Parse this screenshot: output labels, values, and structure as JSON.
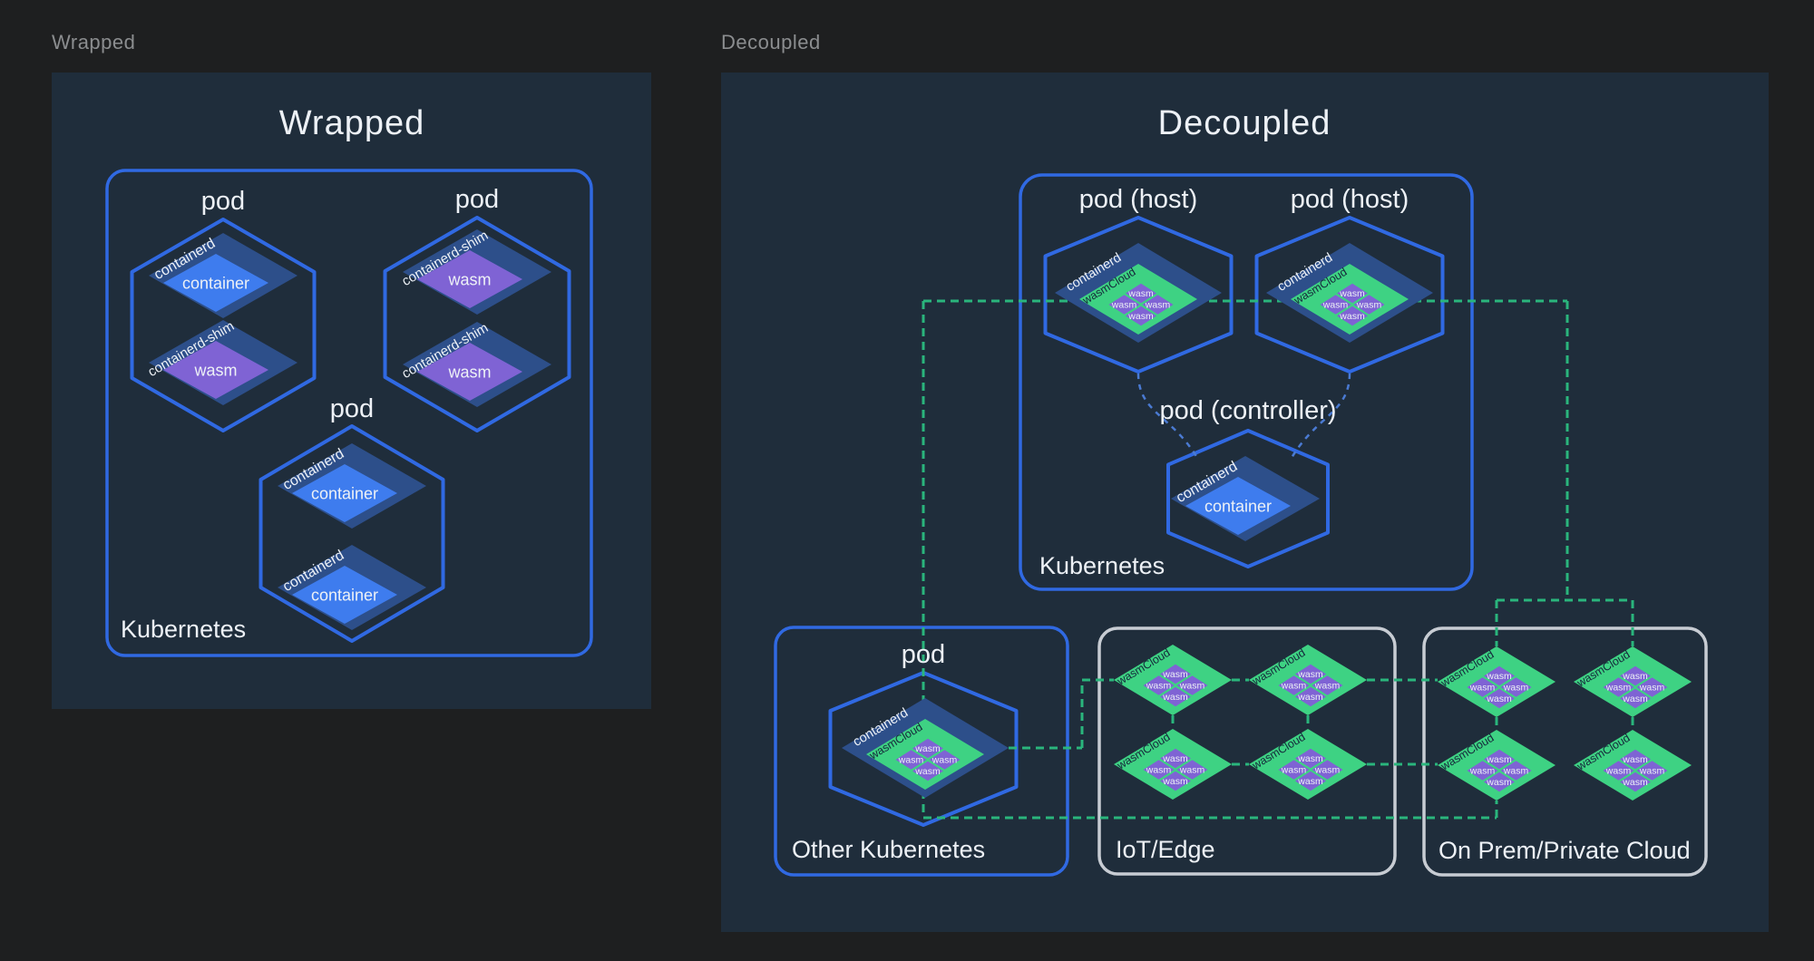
{
  "frames": {
    "wrapped": {
      "frame_label": "Wrapped",
      "title": "Wrapped"
    },
    "decoupled": {
      "frame_label": "Decoupled",
      "title": "Decoupled"
    }
  },
  "labels": {
    "pod": "pod",
    "pod_host": "pod (host)",
    "pod_controller": "pod (controller)",
    "containerd": "containerd",
    "containerd_shim": "containerd-shim",
    "container": "container",
    "wasm": "wasm",
    "wasmcloud": "wasmCloud",
    "kubernetes": "Kubernetes",
    "other_kubernetes": "Other Kubernetes",
    "iot_edge": "IoT/Edge",
    "on_prem": "On Prem/Private Cloud"
  },
  "colors": {
    "page_background": "#1e1f20",
    "panel_background": "#1f2d3b",
    "blue_stroke": "#3069e2",
    "gray_stroke": "#c7ccd3",
    "diamond_dark_blue": "#2d4f8a",
    "container_blue": "#3e7cee",
    "wasm_purple": "#7f63d4",
    "wasmcloud_green": "#3ed283",
    "mesh_green_dash": "#2ab57c",
    "controller_link_blue": "#4a7ad2",
    "text_light": "#edf1f6",
    "text_dark": "#15293b",
    "frame_label_gray": "#8b8d8f"
  },
  "structure": {
    "wrapped": {
      "kubernetes_pods": [
        {
          "label": "pod",
          "stacks": [
            [
              "containerd",
              "container"
            ],
            [
              "containerd-shim",
              "wasm"
            ]
          ]
        },
        {
          "label": "pod",
          "stacks": [
            [
              "containerd-shim",
              "wasm"
            ],
            [
              "containerd-shim",
              "wasm"
            ]
          ]
        },
        {
          "label": "pod",
          "stacks": [
            [
              "containerd",
              "container"
            ],
            [
              "containerd",
              "container"
            ]
          ]
        }
      ]
    },
    "decoupled": {
      "kubernetes": {
        "host_pods": [
          "pod (host): containerd > wasmCloud > 4x wasm",
          "pod (host): containerd > wasmCloud > 4x wasm"
        ],
        "controller_pod": "pod (controller): containerd > container"
      },
      "other_kubernetes": "pod: containerd > wasmCloud > 4x wasm",
      "iot_edge": "4 wasmCloud nodes, each with 4x wasm",
      "on_prem_private_cloud": "4 wasmCloud nodes, each with 4x wasm",
      "mesh": "green dashed lattice links host pods, other kubernetes pod, IoT/Edge nodes and On Prem/Private Cloud nodes; blue dashed curves link host pods to controller pod"
    }
  }
}
